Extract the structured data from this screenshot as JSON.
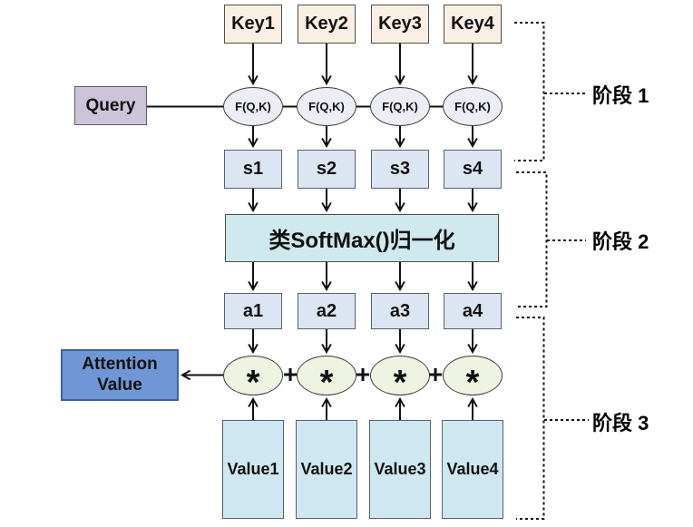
{
  "diagram": {
    "keys": [
      "Key1",
      "Key2",
      "Key3",
      "Key4"
    ],
    "query_label": "Query",
    "score_function": "F(Q,K)",
    "scores": [
      "s1",
      "s2",
      "s3",
      "s4"
    ],
    "softmax_label": "类SoftMax()归一化",
    "weights": [
      "a1",
      "a2",
      "a3",
      "a4"
    ],
    "attention_value_label": "Attention Value",
    "multiply_symbol": "*",
    "plus_symbol": "+",
    "values": [
      "Value1",
      "Value2",
      "Value3",
      "Value4"
    ],
    "stage_labels": [
      "阶段 1",
      "阶段 2",
      "阶段 3"
    ]
  },
  "colors": {
    "key_fill": "#fbeee2",
    "query_fill": "#cdc4da",
    "score_fn_fill": "#ededf5",
    "score_box_fill": "#dce6f2",
    "softmax_fill": "#d0e9ee",
    "attention_fill": "#6f97d6",
    "multiply_fill": "#eef3e2",
    "value_fill": "#cfe7f0",
    "line_color": "#111111",
    "background": "#ffffff"
  }
}
